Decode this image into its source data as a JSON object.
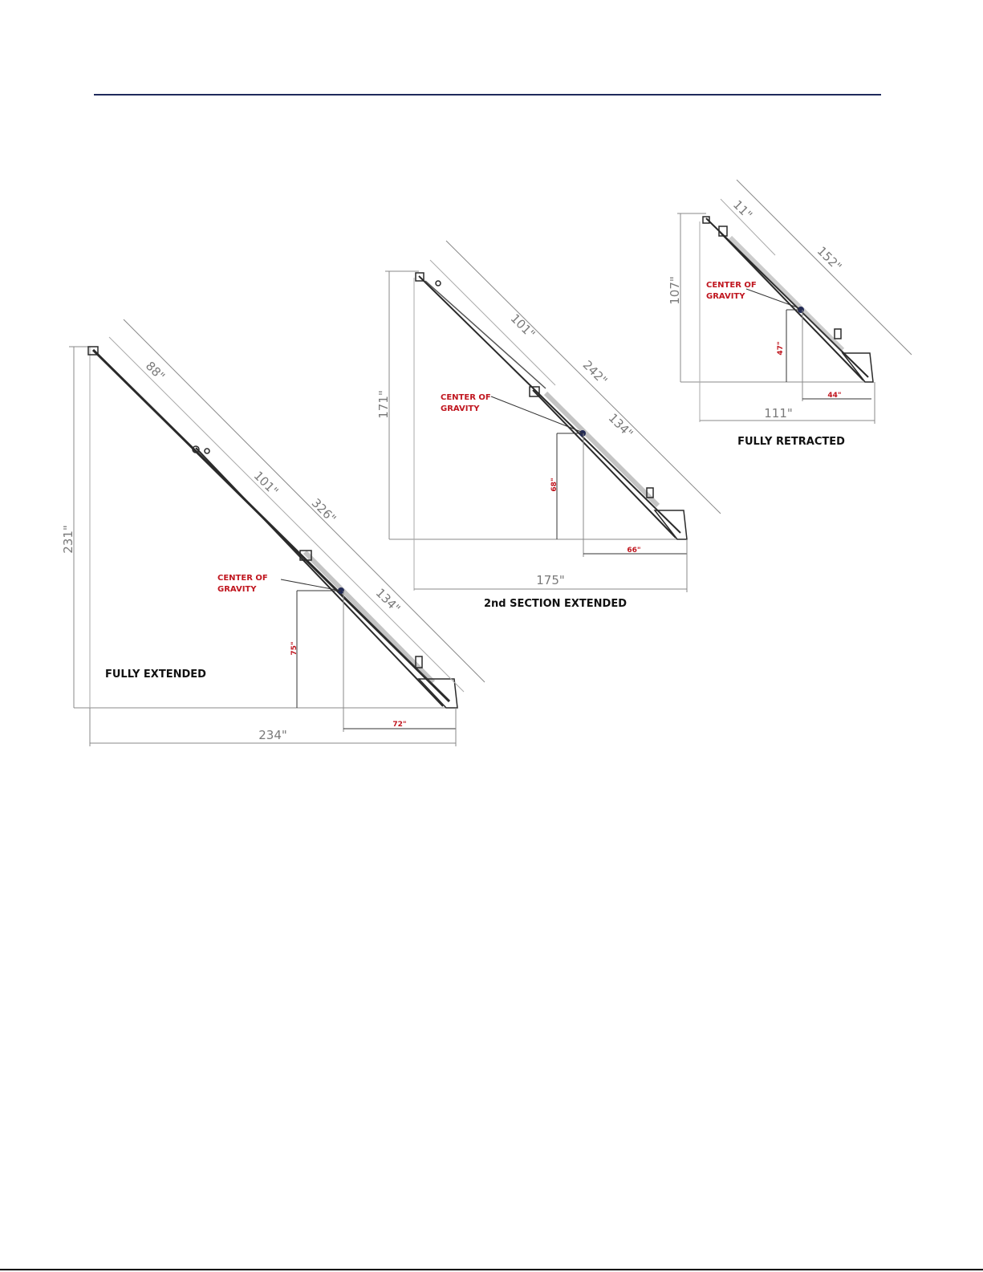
{
  "colors": {
    "header_rule": "#1f2a5c",
    "annotation_red": "#c0161f",
    "dimension_gray": "#7a7a7a",
    "caption_black": "#111111",
    "structure_dark": "#2a2a2a"
  },
  "cog_label": [
    "CENTER OF",
    "GRAVITY"
  ],
  "configs": {
    "fully_extended": {
      "caption": "FULLY EXTENDED",
      "height": "231\"",
      "base_width": "234\"",
      "total_length": "326\"",
      "section_top": "88\"",
      "section_mid": "101\"",
      "section_base": "134\"",
      "cog_height": "75\"",
      "cog_offset": "72\""
    },
    "second_extended": {
      "caption": "2nd SECTION EXTENDED",
      "height": "171\"",
      "base_width": "175\"",
      "total_length": "242\"",
      "section_mid": "101\"",
      "section_base": "134\"",
      "cog_height": "68\"",
      "cog_offset": "66\""
    },
    "fully_retracted": {
      "caption": "FULLY RETRACTED",
      "height": "107\"",
      "base_width": "111\"",
      "total_length": "152\"",
      "section_top": "11\"",
      "cog_height": "47\"",
      "cog_offset": "44\""
    }
  }
}
